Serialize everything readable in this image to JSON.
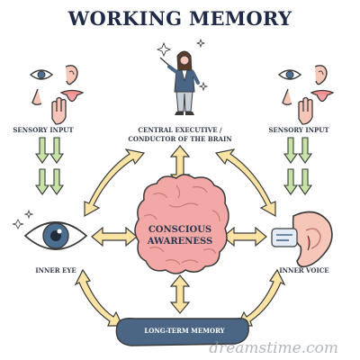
{
  "title": "WORKING MEMORY",
  "labels": {
    "sensory_left": "SENSORY INPUT",
    "sensory_right": "SENSORY INPUT",
    "executive_line1": "CENTRAL EXECUTIVE /",
    "executive_line2": "CONDUCTOR OF THE BRAIN",
    "conscious_line1": "CONSCIOUS",
    "conscious_line2": "AWARENESS",
    "inner_eye": "INNER EYE",
    "inner_voice": "INNER VOICE",
    "long_term": "LONG-TERM MEMORY"
  },
  "watermark": "dreamstime.com",
  "colors": {
    "title": "#1e2a46",
    "arrow_fill": "#fbe3a3",
    "arrow_stroke": "#3a3a3a",
    "down_arrow_fill": "#c7e3a6",
    "brain_fill": "#f2a9a5",
    "brain_stroke": "#3a3a3a",
    "ltm_fill": "#4a6684",
    "eye_iris": "#4c6f91",
    "sense_fill": "#f6c7b9"
  },
  "icons": [
    "eye-icon",
    "ear-icon",
    "nose-icon",
    "tongue-icon",
    "hand-icon",
    "brain-icon",
    "conductor-icon",
    "speech-bubble-icon"
  ]
}
